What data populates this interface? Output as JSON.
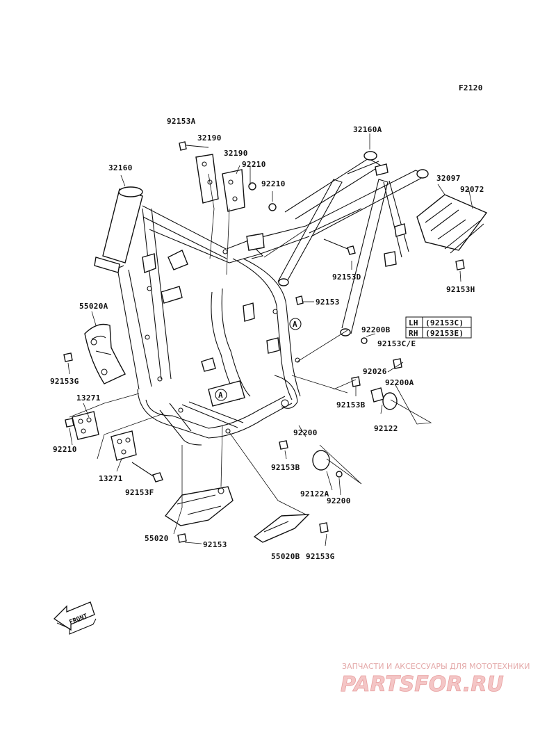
{
  "figure_code": "F2120",
  "parts": {
    "p92153A": "92153A",
    "p32190a": "32190",
    "p32190b": "32190",
    "p92210a": "92210",
    "p92210b": "92210",
    "p32160": "32160",
    "p32160A": "32160A",
    "p32097": "32097",
    "p92072": "92072",
    "p92153D": "92153D",
    "p92153H": "92153H",
    "p92153a": "92153",
    "p55020A": "55020A",
    "p92153G_l": "92153G",
    "p13271a": "13271",
    "p92210c": "92210",
    "p13271b": "13271",
    "p92153F": "92153F",
    "p55020": "55020",
    "p92153b": "92153",
    "p55020B": "55020B",
    "p92153G_r": "92153G",
    "p92200B": "92200B",
    "p92153CE": "92153C/E",
    "p92026": "92026",
    "p92200A": "92200A",
    "p92153B_a": "92153B",
    "p92122": "92122",
    "p92200a": "92200",
    "p92153B_b": "92153B",
    "p92122A": "92122A",
    "p92200b": "92200"
  },
  "variant_table": {
    "rows": [
      {
        "side": "LH",
        "part": "(92153C)"
      },
      {
        "side": "RH",
        "part": "(92153E)"
      }
    ]
  },
  "callout_letter": "A",
  "front_label": "FRONT",
  "watermark": {
    "tagline": "ЗАПЧАСТИ И АКСЕССУАРЫ ДЛЯ МОТОТЕХНИКИ",
    "logo": "PARTSFOR.RU",
    "color": "#e8a0a0"
  }
}
